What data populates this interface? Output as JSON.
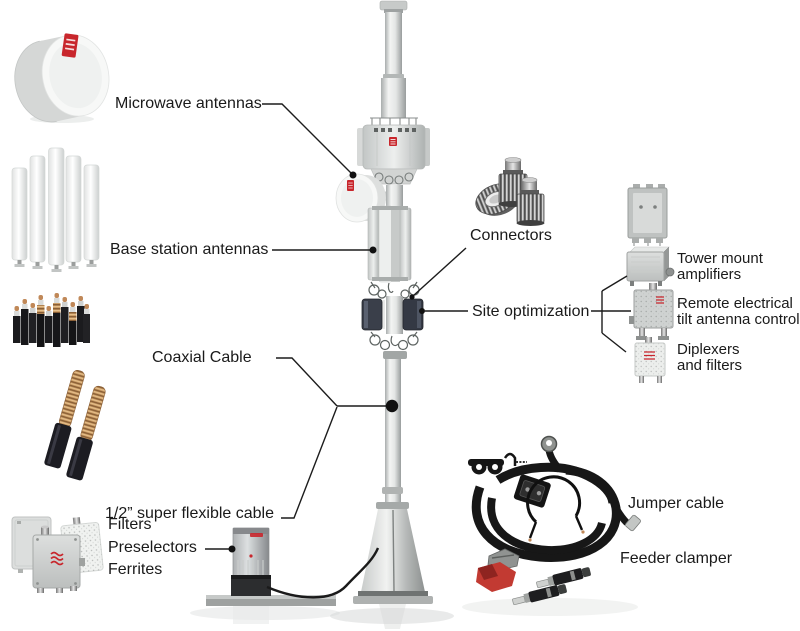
{
  "diagram": {
    "description": "Base station tower site components diagram",
    "labels": {
      "microwave_antennas": "Microwave antennas",
      "base_station_antennas": "Base station antennas",
      "connectors": "Connectors",
      "site_optimization": "Site optimization",
      "coaxial_cable": "Coaxial Cable",
      "super_flexible_cable": "1/2” super flexible cable",
      "filters_line1": "Filters",
      "filters_line2": "Preselectors",
      "filters_line3": "Ferrites",
      "tower_mount_amplifiers_line1": "Tower mount",
      "tower_mount_amplifiers_line2": "amplifiers",
      "ret_line1": "Remote electrical",
      "ret_line2": "tilt antenna control",
      "diplexers_line1": "Diplexers",
      "diplexers_line2": "and filters",
      "jumper_cable": "Jumper cable",
      "feeder_clamper": "Feeder clamper"
    },
    "colors": {
      "background": "#ffffff",
      "label_text": "#1a1a1a",
      "leader_line": "#1c1c1c",
      "brand_red": "#c8262c",
      "metal_light": "#e8eae9",
      "metal_dark": "#8e9190",
      "cable_black": "#17171a",
      "copper": "#c08858"
    }
  }
}
